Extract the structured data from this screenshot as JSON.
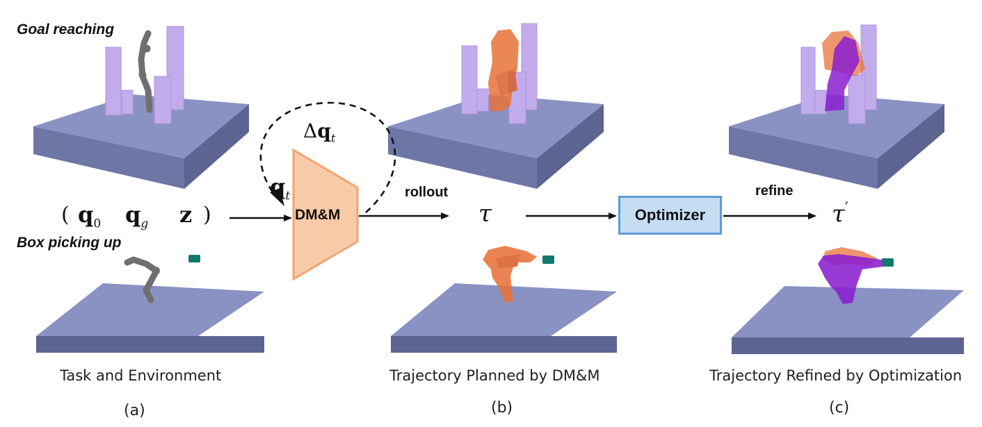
{
  "rows": {
    "goal_reaching": "Goal reaching",
    "box_picking": "Box picking up"
  },
  "inputs": {
    "open_paren": "(",
    "q0_base": "q",
    "q0_sub": "0",
    "qg_base": "q",
    "qg_sub": "g",
    "z": "z",
    "close_paren": ")"
  },
  "model": {
    "label": "DM&M",
    "feedback_label_delta": "Δ",
    "feedback_label_base": "q",
    "feedback_label_sub": "t",
    "input_label_base": "q",
    "input_label_sub": "t"
  },
  "edges": {
    "rollout": "rollout",
    "refine": "refine"
  },
  "trajectory": {
    "tau": "τ",
    "tau_prime": "τ",
    "prime_mark": "′"
  },
  "optimizer": {
    "label": "Optimizer"
  },
  "captions": {
    "a": "Task and Environment",
    "b": "Trajectory Planned by DM&M",
    "c": "Trajectory Refined by Optimization"
  },
  "panels": {
    "a": "(a)",
    "b": "(b)",
    "c": "(c)"
  },
  "colors": {
    "platform_top": "#8a92c4",
    "platform_side_front": "#6e76a6",
    "platform_side_right": "#5d6491",
    "obstacle": "#c2acec",
    "robot_gray": "#6f6f6f",
    "robot_orange": "#e8733a",
    "robot_purple": "#8a1fd0",
    "target_box": "#137a6b",
    "model_fill": "#f9caa7",
    "model_stroke": "#f0a572",
    "optimizer_fill": "#c5ddf3",
    "optimizer_stroke": "#5b9bd5"
  }
}
